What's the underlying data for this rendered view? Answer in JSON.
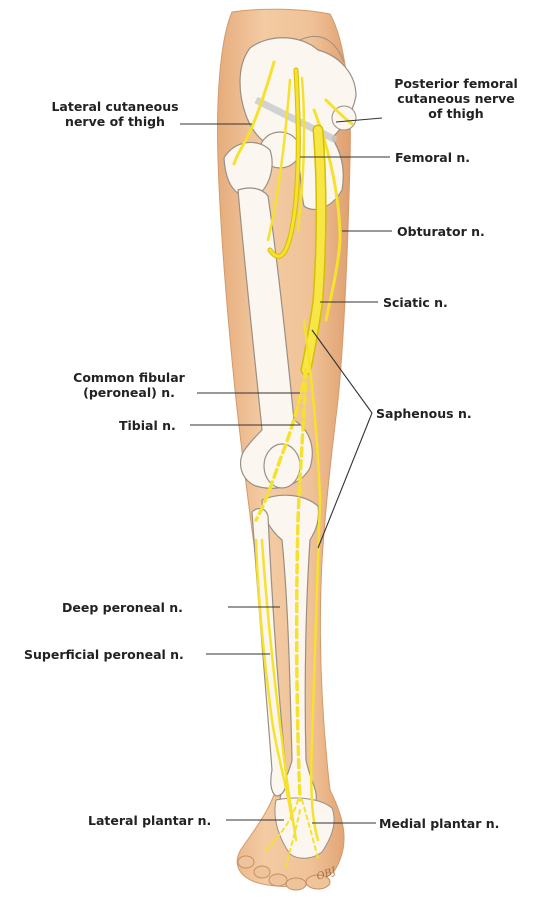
{
  "labels": {
    "lateral_cutaneous_line1": "Lateral cutaneous",
    "lateral_cutaneous_line2": "nerve of thigh",
    "posterior_femoral_line1": "Posterior femoral",
    "posterior_femoral_line2": "cutaneous nerve",
    "posterior_femoral_line3": "of thigh",
    "femoral": "Femoral n.",
    "obturator": "Obturator n.",
    "sciatic": "Sciatic n.",
    "common_fibular_line1": "Common fibular",
    "common_fibular_line2": "(peroneal) n.",
    "tibial": "Tibial n.",
    "saphenous": "Saphenous n.",
    "deep_peroneal": "Deep peroneal n.",
    "superficial_peroneal": "Superficial peroneal n.",
    "lateral_plantar": "Lateral plantar n.",
    "medial_plantar": "Medial plantar n."
  },
  "signature": "OBJ",
  "colors": {
    "skin": "#f0c49a",
    "skin_shadow": "#e3a979",
    "bone": "#fbf7f0",
    "bone_outline": "#9a8f82",
    "nerve": "#f5e12e",
    "nerve_outline": "#c9b300",
    "leader_line": "#333333"
  }
}
